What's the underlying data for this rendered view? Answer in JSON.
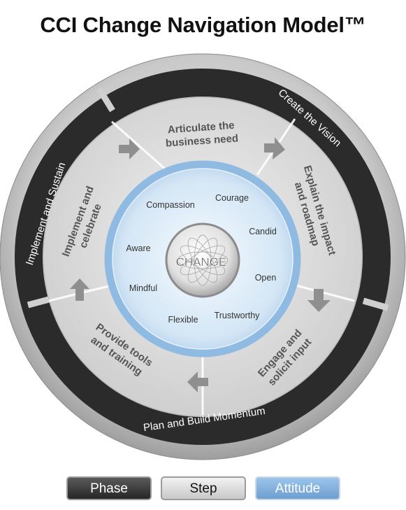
{
  "title": "CCI Change Navigation Model™",
  "center": "CHANGE",
  "phases": {
    "create": "Create the Vision",
    "plan": "Plan and Build Momentum",
    "implement": "Implement and Sustain"
  },
  "steps": {
    "articulate": [
      "Articulate the",
      "business need"
    ],
    "explain": [
      "Explain the impact",
      "and roadmap"
    ],
    "engage": [
      "Engage and",
      "solicit input"
    ],
    "provide": [
      "Provide tools",
      "and training"
    ],
    "celebrate": [
      "Implement and",
      "celebrate"
    ]
  },
  "attitudes": {
    "compassion": "Compassion",
    "courage": "Courage",
    "candid": "Candid",
    "open": "Open",
    "trustworthy": "Trustworthy",
    "flexible": "Flexible",
    "mindful": "Mindful",
    "aware": "Aware"
  },
  "legend": {
    "phase": "Phase",
    "step": "Step",
    "attitude": "Attitude"
  },
  "colors": {
    "phase": "#2b2b2b",
    "step": "#d9d9d9",
    "attitude": "#c7dff3",
    "attitude_border": "#8fbbe2"
  }
}
